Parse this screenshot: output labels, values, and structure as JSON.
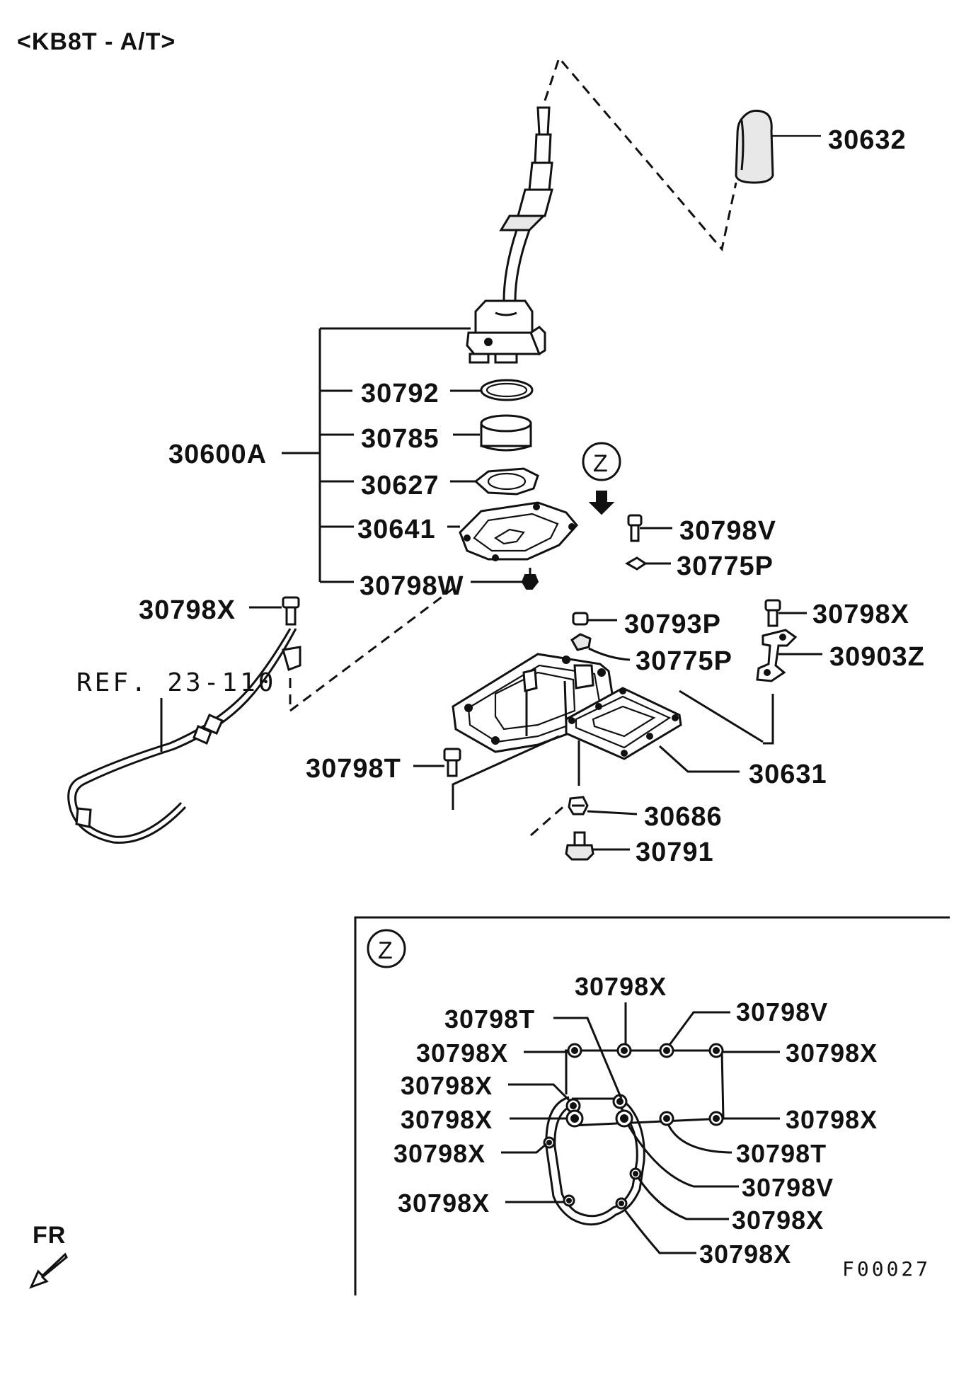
{
  "header": {
    "title": "<KB8T - A/T>"
  },
  "labels": {
    "p30632": "30632",
    "p30792": "30792",
    "p30785": "30785",
    "p30600A": "30600A",
    "p30627": "30627",
    "p30641": "30641",
    "p30798W": "30798W",
    "p30798V_top": "30798V",
    "p30775P_top": "30775P",
    "p30798X_left": "30798X",
    "p30798X_right": "30798X",
    "p30793P": "30793P",
    "p30775P_mid": "30775P",
    "p30903Z": "30903Z",
    "ref": "REF. 23-110",
    "p30798T": "30798T",
    "p30631": "30631",
    "p30686": "30686",
    "p30791": "30791"
  },
  "detail": {
    "marker": "Z",
    "labels": {
      "x_top": "30798X",
      "t_top": "30798T",
      "v_top": "30798V",
      "x_l1": "30798X",
      "x_r1": "30798X",
      "x_l2": "30798X",
      "x_l3": "30798X",
      "x_r2": "30798X",
      "x_l4": "30798X",
      "t_r": "30798T",
      "v_r": "30798V",
      "x_l5": "30798X",
      "x_r3": "30798X",
      "x_r4": "30798X"
    },
    "figure_code": "F00027"
  },
  "view_marker": "Z",
  "direction": {
    "label": "FR"
  }
}
